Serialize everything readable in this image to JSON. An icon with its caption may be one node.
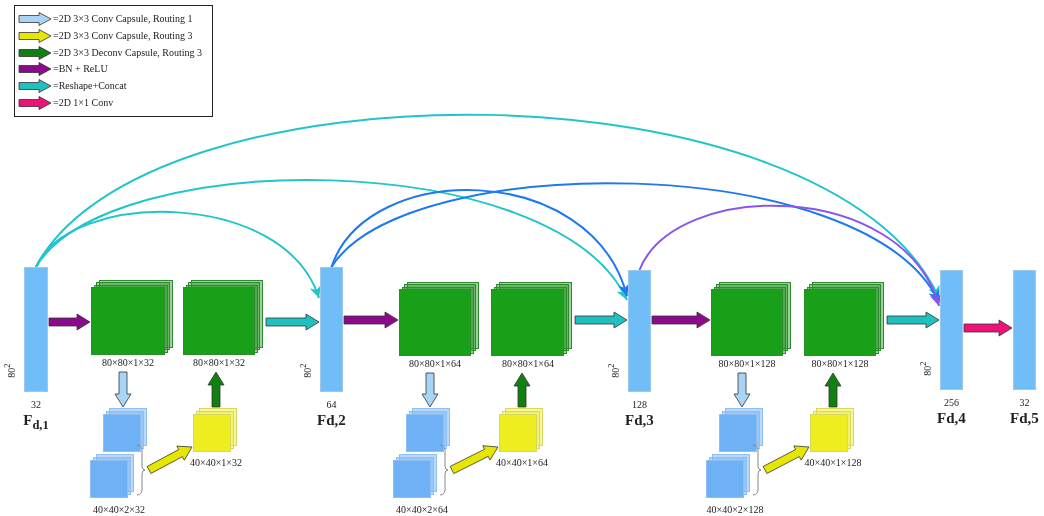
{
  "diagram": {
    "nodes": [
      {
        "text": [],
        "shape": "bar",
        "beside": [
          "80$^{2}$",
          "32",
          "F$_{d,1}$"
        ]
      },
      {
        "text": [],
        "shape": "box",
        "beside": [
          "80×80×1×32"
        ]
      },
      {
        "text": [],
        "shape": "box",
        "beside": [
          "80×80×1×32"
        ]
      },
      {
        "text": [],
        "shape": "box",
        "beside": [
          "40×40×2×32"
        ]
      },
      {
        "text": [],
        "shape": "box",
        "beside": [
          "40×40×1×32"
        ]
      },
      {
        "text": [],
        "shape": "bar",
        "beside": [
          "80$^{2}$",
          "64",
          "Fd,2"
        ]
      },
      {
        "text": [],
        "shape": "box",
        "beside": [
          "80×80×1×64"
        ]
      },
      {
        "text": [],
        "shape": "box",
        "beside": [
          "80×80×1×64"
        ]
      },
      {
        "text": [],
        "shape": "box",
        "beside": [
          "40×40×2×64"
        ]
      },
      {
        "text": [],
        "shape": "box",
        "beside": [
          "40×40×1×64"
        ]
      },
      {
        "text": [],
        "shape": "bar",
        "beside": [
          "80$^{2}$",
          "128",
          "Fd,3"
        ]
      },
      {
        "text": [],
        "shape": "box",
        "beside": [
          "80×80×1×128"
        ]
      },
      {
        "text": [],
        "shape": "box",
        "beside": [
          "80×80×1×128"
        ]
      },
      {
        "text": [],
        "shape": "box",
        "beside": [
          "40×40×2×128"
        ]
      },
      {
        "text": [],
        "shape": "box",
        "beside": [
          "40×40×1×128"
        ]
      },
      {
        "text": [],
        "shape": "bar",
        "beside": [
          "80$^{2}$",
          "256",
          "Fd,4"
        ]
      },
      {
        "text": [],
        "shape": "bar",
        "beside": [
          "32",
          "Fd,5"
        ]
      }
    ],
    "edges": [
      {
        "from": 0,
        "to": 1,
        "arrow": "to",
        "color": "#8b0a8b"
      },
      {
        "from": 1,
        "to": 3,
        "arrow": "to",
        "color": "#a8d4f5"
      },
      {
        "from": 3,
        "to": 4,
        "arrow": "to",
        "color": "#e6e600"
      },
      {
        "from": 4,
        "to": 2,
        "arrow": "to",
        "color": "#108010"
      },
      {
        "from": 2,
        "to": 5,
        "arrow": "to",
        "color": "#20c0c0"
      },
      {
        "from": 5,
        "to": 6,
        "arrow": "to",
        "color": "#8b0a8b"
      },
      {
        "from": 6,
        "to": 8,
        "arrow": "to",
        "color": "#a8d4f5"
      },
      {
        "from": 8,
        "to": 9,
        "arrow": "to",
        "color": "#e6e600"
      },
      {
        "from": 9,
        "to": 7,
        "arrow": "to",
        "color": "#108010"
      },
      {
        "from": 7,
        "to": 10,
        "arrow": "to",
        "color": "#20c0c0"
      },
      {
        "from": 10,
        "to": 11,
        "arrow": "to",
        "color": "#8b0a8b"
      },
      {
        "from": 11,
        "to": 13,
        "arrow": "to",
        "color": "#a8d4f5"
      },
      {
        "from": 13,
        "to": 14,
        "arrow": "to",
        "color": "#e6e600"
      },
      {
        "from": 14,
        "to": 12,
        "arrow": "to",
        "color": "#108010"
      },
      {
        "from": 12,
        "to": 15,
        "arrow": "to",
        "color": "#20c0c0"
      },
      {
        "from": 15,
        "to": 16,
        "arrow": "to",
        "color": "#ee1177"
      },
      {
        "from": 0,
        "to": 5,
        "arrow": "to",
        "color": "#22c4cc"
      },
      {
        "from": 0,
        "to": 10,
        "arrow": "to",
        "color": "#22c4cc"
      },
      {
        "from": 0,
        "to": 15,
        "arrow": "to",
        "color": "#22c4cc"
      },
      {
        "from": 5,
        "to": 10,
        "arrow": "to",
        "color": "#1e78f0"
      },
      {
        "from": 5,
        "to": 15,
        "arrow": "to",
        "color": "#1e78f0"
      },
      {
        "from": 10,
        "to": 15,
        "arrow": "to",
        "color": "#8a55ee"
      }
    ],
    "legend": [
      {
        "text": "=2D 3×3 Conv Capsule, Routing 1",
        "color": "#a8d4f5"
      },
      {
        "text": "=2D 3×3 Conv Capsule, Routing 3",
        "color": "#e6e600"
      },
      {
        "text": "=2D 3×3 Deconv Capsule, Routing 3",
        "color": "#108010"
      },
      {
        "text": "=BN + ReLU",
        "color": "#8b0a8b"
      },
      {
        "text": "=Reshape+Concat",
        "color": "#20c0c0"
      },
      {
        "text": "=2D 1×1 Conv",
        "color": "#ee1177"
      }
    ]
  }
}
